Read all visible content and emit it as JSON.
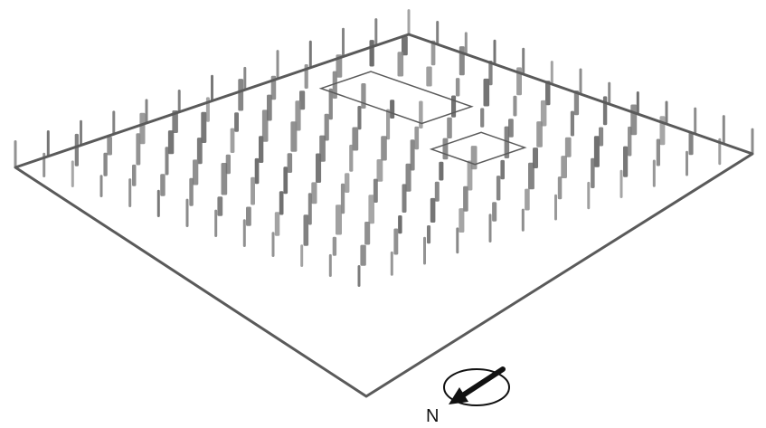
{
  "figure": {
    "description_kind": "isometric sketch of a square plot with a grid of vertical posts",
    "north_label": "N",
    "colors": {
      "outline": "#5a5a5a",
      "post": "#8a8a8a",
      "post_dark": "#6e6e6e",
      "compass": "#111111",
      "background": "#ffffff"
    },
    "grid": {
      "rows": 12,
      "cols": 12
    },
    "clearings": [
      {
        "row_start": 3,
        "row_end": 5,
        "col_start": 6,
        "col_end": 8
      },
      {
        "row_start": 2,
        "row_end": 4,
        "col_start": 1,
        "col_end": 5
      }
    ]
  }
}
